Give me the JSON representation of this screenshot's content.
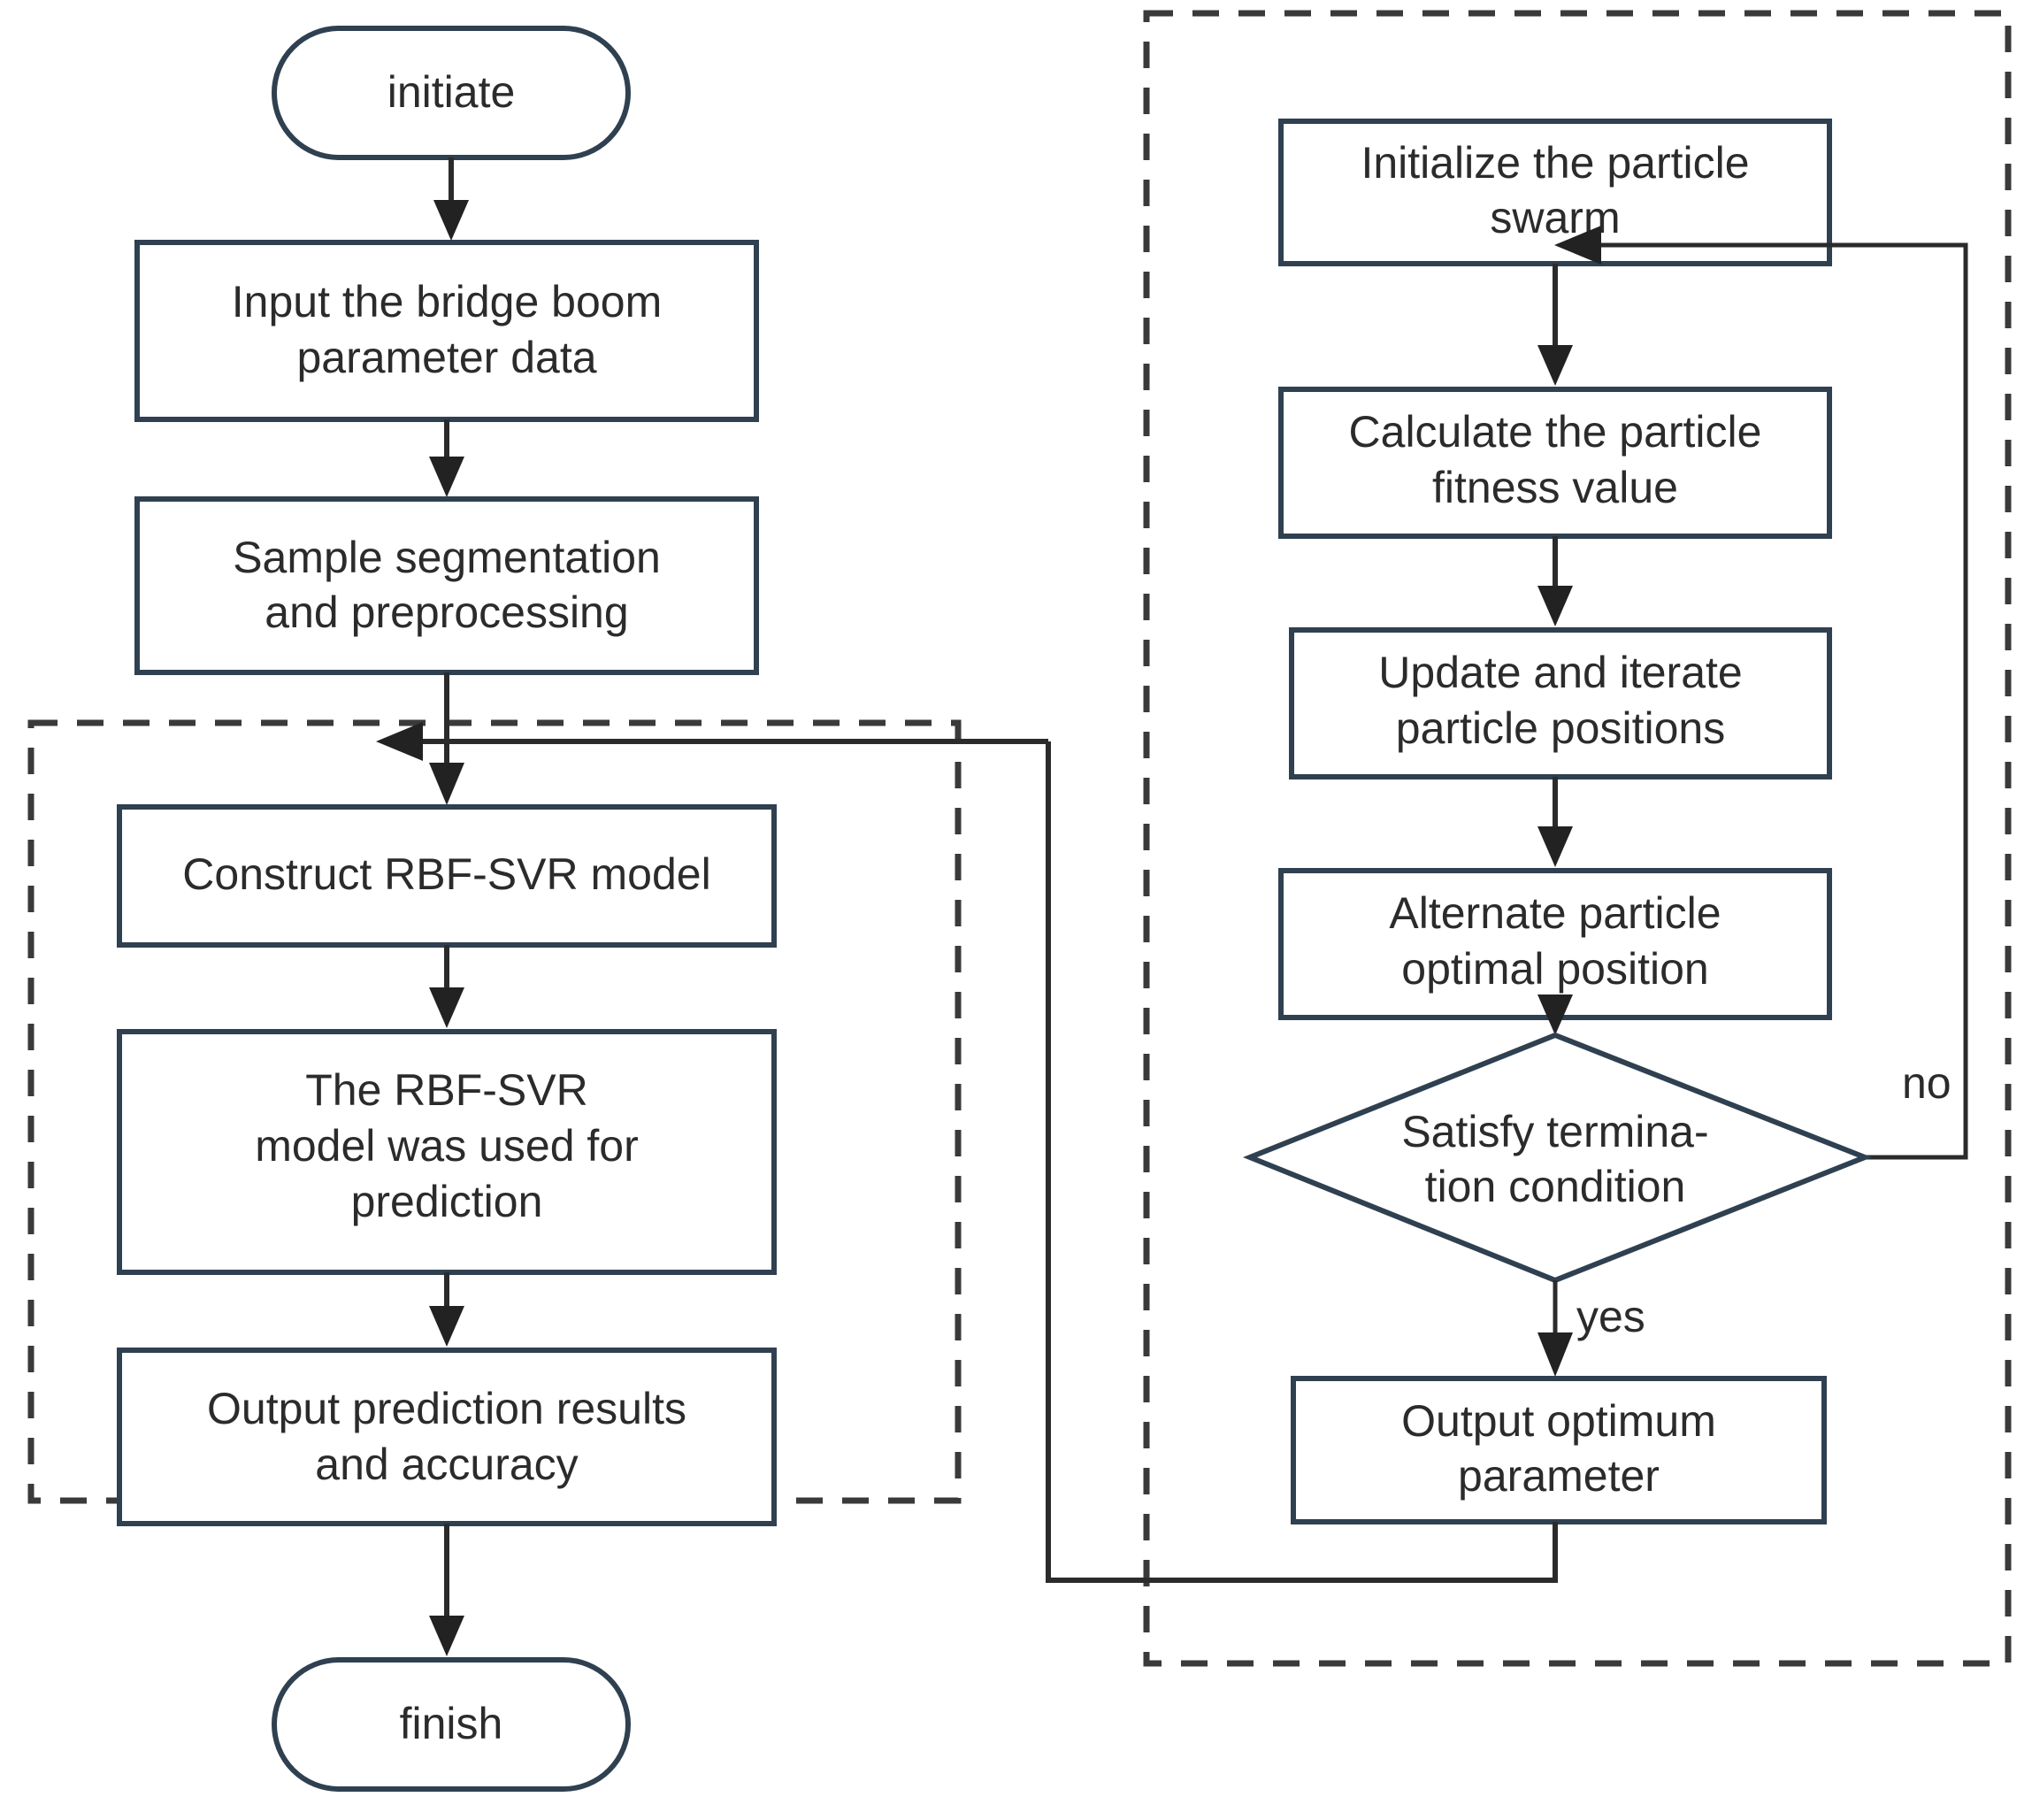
{
  "diagram": {
    "title": "RBF-SVR with PSO optimization flowchart",
    "colors": {
      "node_stroke": "#2f4050",
      "group_stroke": "#3a3a3a",
      "edge": "#2b2b2b",
      "text": "#2b2b2b",
      "background": "#ffffff"
    },
    "left_branch": {
      "start": {
        "label": "initiate"
      },
      "steps": [
        {
          "id": "input-data",
          "line1": "Input the bridge boom",
          "line2": "parameter data"
        },
        {
          "id": "sample-seg",
          "line1": "Sample segmentation",
          "line2": "and preprocessing"
        },
        {
          "id": "construct-model",
          "line1": "Construct RBF-SVR model",
          "line2": ""
        },
        {
          "id": "predict",
          "line1": "The RBF-SVR",
          "line2": "model was used for",
          "line3": "prediction"
        },
        {
          "id": "output-results",
          "line1": "Output prediction results",
          "line2": "and accuracy"
        }
      ],
      "end": {
        "label": "finish"
      }
    },
    "right_branch": {
      "steps": [
        {
          "id": "init-swarm",
          "line1": "Initialize the particle",
          "line2": "swarm"
        },
        {
          "id": "calc-fitness",
          "line1": "Calculate the particle",
          "line2": "fitness value"
        },
        {
          "id": "update-positions",
          "line1": "Update and iterate",
          "line2": "particle positions"
        },
        {
          "id": "alternate-optimal",
          "line1": "Alternate particle",
          "line2": "optimal position"
        }
      ],
      "decision": {
        "id": "terminate-check",
        "line1": "Satisfy termina-",
        "line2": "tion condition"
      },
      "output": {
        "id": "output-optimum",
        "line1": "Output optimum",
        "line2": "parameter"
      },
      "edge_labels": {
        "no": "no",
        "yes": "yes"
      }
    }
  }
}
